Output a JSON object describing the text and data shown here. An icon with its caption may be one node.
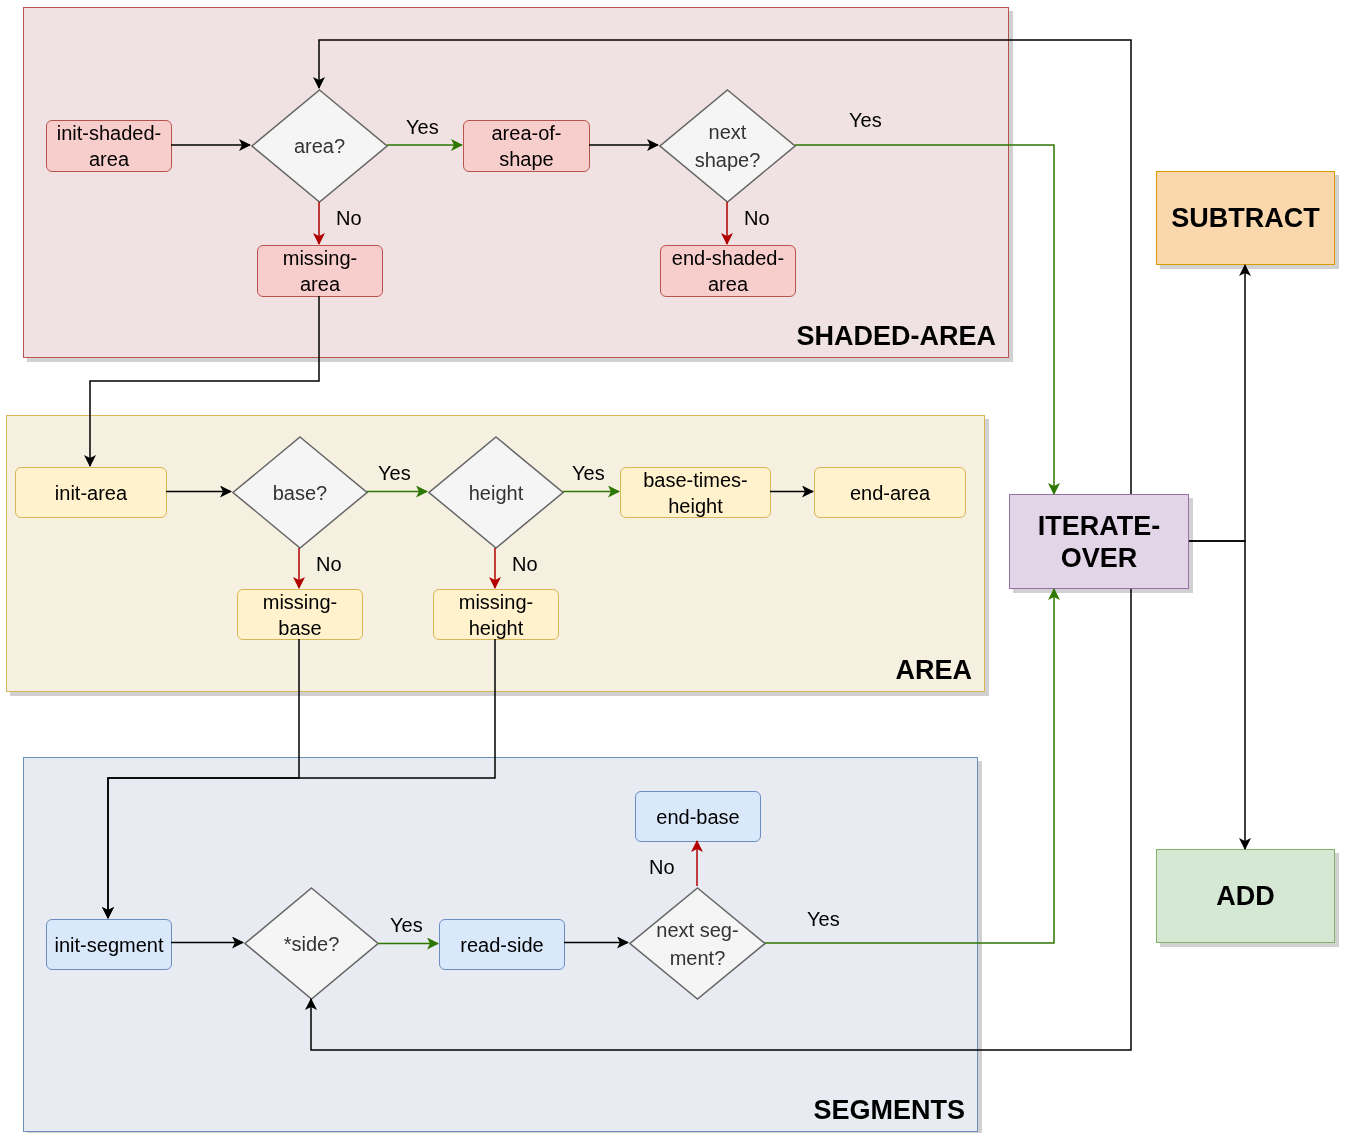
{
  "diagram": {
    "nodes": [
      {
        "text": [
          "SHADED-AREA"
        ]
      },
      {
        "text": [
          "init-shaded-area"
        ],
        "in": 0
      },
      {
        "text": [
          "area?"
        ],
        "in": 0
      },
      {
        "text": [
          "area-of-shape"
        ],
        "in": 0
      },
      {
        "text": [
          "next shape?"
        ],
        "in": 0
      },
      {
        "text": [
          "missing-area"
        ],
        "in": 0
      },
      {
        "text": [
          "end-shaded-area"
        ],
        "in": 0
      },
      {
        "text": [
          "AREA"
        ]
      },
      {
        "text": [
          "init-area"
        ],
        "in": 7
      },
      {
        "text": [
          "base?"
        ],
        "in": 7
      },
      {
        "text": [
          "height"
        ],
        "in": 7
      },
      {
        "text": [
          "base-times-height"
        ],
        "in": 7
      },
      {
        "text": [
          "end-area"
        ],
        "in": 7
      },
      {
        "text": [
          "missing-base"
        ],
        "in": 7
      },
      {
        "text": [
          "missing-height"
        ],
        "in": 7
      },
      {
        "text": [
          "SEGMENTS"
        ]
      },
      {
        "text": [
          "end-base"
        ],
        "in": 15
      },
      {
        "text": [
          "init-segment"
        ],
        "in": 15
      },
      {
        "text": [
          "*side?"
        ],
        "in": 15
      },
      {
        "text": [
          "read-side"
        ],
        "in": 15
      },
      {
        "text": [
          "next seg-ment?"
        ],
        "in": 15
      },
      {
        "text": [
          "ITERATE-OVER"
        ]
      },
      {
        "text": [
          "SUBTRACT"
        ]
      },
      {
        "text": [
          "ADD"
        ]
      }
    ],
    "edges": [
      {
        "from": 1,
        "to": 2,
        "arrow": "to"
      },
      {
        "from": 2,
        "to": 3,
        "arrow": "to",
        "label": "Yes",
        "color": "#2d7600"
      },
      {
        "from": 2,
        "to": 5,
        "arrow": "to",
        "label": "No",
        "color": "#b20000"
      },
      {
        "from": 3,
        "to": 4,
        "arrow": "to"
      },
      {
        "from": 4,
        "to": 6,
        "arrow": "to",
        "label": "No",
        "color": "#b20000"
      },
      {
        "from": 4,
        "to": 21,
        "arrow": "to",
        "label": "Yes",
        "color": "#2d7600"
      },
      {
        "from": 5,
        "to": 8,
        "arrow": "to"
      },
      {
        "from": 8,
        "to": 9,
        "arrow": "to"
      },
      {
        "from": 9,
        "to": 10,
        "arrow": "to",
        "label": "Yes",
        "color": "#2d7600"
      },
      {
        "from": 10,
        "to": 11,
        "arrow": "to",
        "label": "Yes",
        "color": "#2d7600"
      },
      {
        "from": 11,
        "to": 12,
        "arrow": "to"
      },
      {
        "from": 9,
        "to": 13,
        "arrow": "to",
        "label": "No",
        "color": "#b20000"
      },
      {
        "from": 10,
        "to": 14,
        "arrow": "to",
        "label": "No",
        "color": "#b20000"
      },
      {
        "from": 13,
        "to": 17,
        "arrow": "to"
      },
      {
        "from": 14,
        "to": 17,
        "arrow": "to"
      },
      {
        "from": 17,
        "to": 18,
        "arrow": "to"
      },
      {
        "from": 18,
        "to": 19,
        "arrow": "to",
        "label": "Yes",
        "color": "#2d7600"
      },
      {
        "from": 19,
        "to": 20,
        "arrow": "to"
      },
      {
        "from": 20,
        "to": 16,
        "arrow": "to",
        "label": "No",
        "color": "#b20000"
      },
      {
        "from": 20,
        "to": 21,
        "arrow": "to",
        "label": "Yes",
        "color": "#2d7600"
      },
      {
        "from": 21,
        "to": 2,
        "arrow": "to"
      },
      {
        "from": 21,
        "to": 18,
        "arrow": "to"
      },
      {
        "from": 21,
        "to": 22,
        "arrow": "to"
      },
      {
        "from": 21,
        "to": 23,
        "arrow": "to"
      }
    ]
  }
}
